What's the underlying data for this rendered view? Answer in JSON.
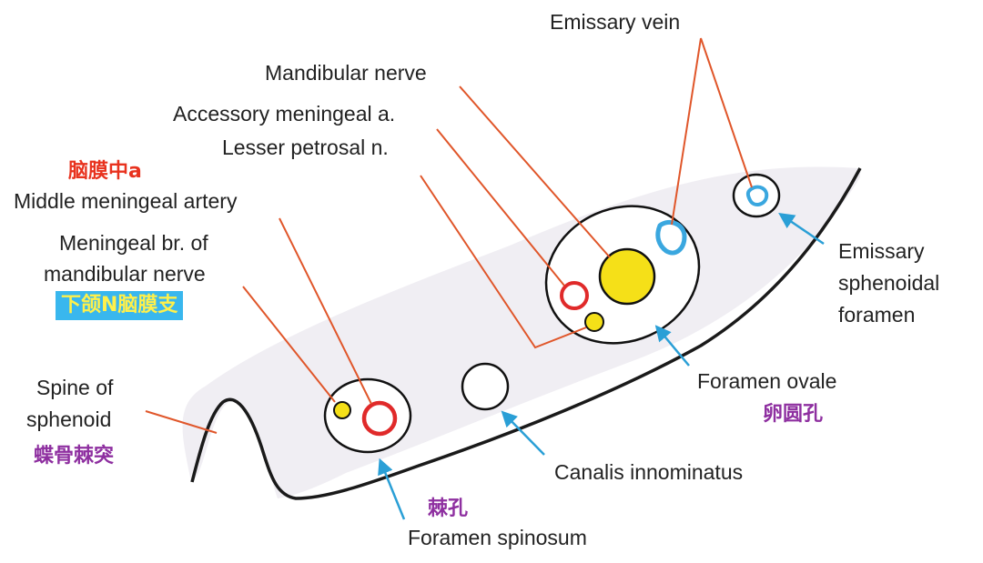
{
  "labels": {
    "emissary_vein": "Emissary vein",
    "mandibular_nerve": "Mandibular nerve",
    "accessory_meningeal": "Accessory meningeal a.",
    "lesser_petrosal": "Lesser petrosal n.",
    "middle_meningeal_artery": "Middle meningeal artery",
    "meningeal_br_line1": "Meningeal br. of",
    "meningeal_br_line2": "mandibular nerve",
    "spine_line1": "Spine of",
    "spine_line2": "sphenoid",
    "emissary_sphenoidal_line1": "Emissary",
    "emissary_sphenoidal_line2": "sphenoidal",
    "emissary_sphenoidal_line3": "foramen",
    "foramen_ovale": "Foramen ovale",
    "canalis_innominatus": "Canalis innominatus",
    "foramen_spinosum": "Foramen spinosum"
  },
  "chinese": {
    "middle_meningeal": "脑膜中a",
    "meningeal_branch": "下颌N脑膜支",
    "spine_sphenoid": "蝶骨棘突",
    "foramen_ovale": "卵圆孔",
    "foramen_spinosum": "棘孔"
  },
  "colors": {
    "leader_orange": "#e0562a",
    "arrow_blue": "#2a9fd6",
    "artery_red": "#e02a2a",
    "nerve_yellow": "#f5e018",
    "vein_blue": "#3aa7df",
    "bone_fill": "#f0eef3"
  }
}
